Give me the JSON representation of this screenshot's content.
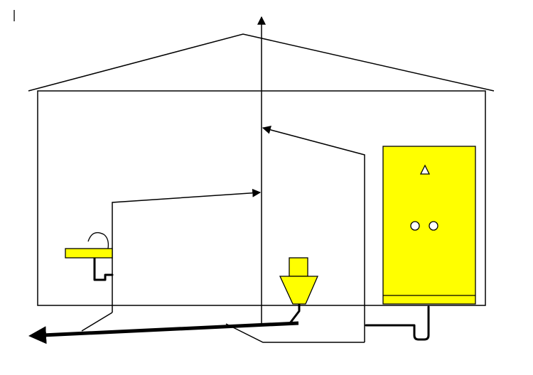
{
  "diagram": {
    "colors": {
      "fixture_fill": "#ffff00",
      "line": "#000000",
      "background": "#ffffff"
    },
    "elements": [
      "house-outline",
      "roof",
      "vent-stack",
      "sink",
      "toilet",
      "cabinet-appliance",
      "main-drain"
    ],
    "icons": {
      "cabinet_top": "triangle-icon",
      "cabinet_middle": "two-circles-icon"
    }
  }
}
